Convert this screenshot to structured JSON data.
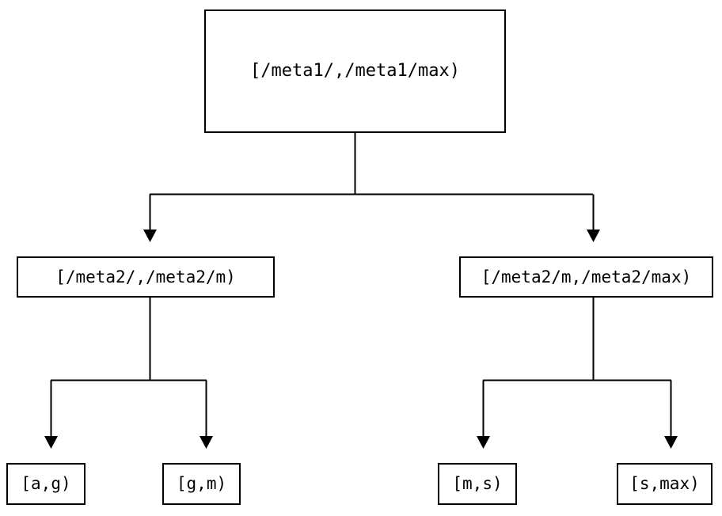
{
  "diagram": {
    "type": "tree",
    "title": "",
    "background_color": "#ffffff",
    "line_color": "#000000",
    "box_border_color": "#000000",
    "box_fill_color": "#ffffff",
    "levels": 3,
    "root": {
      "id": "root",
      "label": "[/meta1/,/meta1/max)"
    },
    "mid": [
      {
        "id": "mid-left",
        "label": "[/meta2/,/meta2/m)"
      },
      {
        "id": "mid-right",
        "label": "[/meta2/m,/meta2/max)"
      }
    ],
    "leaves": [
      {
        "id": "leaf-a-g",
        "label": "[a,g)"
      },
      {
        "id": "leaf-g-m",
        "label": "[g,m)"
      },
      {
        "id": "leaf-m-s",
        "label": "[m,s)"
      },
      {
        "id": "leaf-s-max",
        "label": "[s,max)"
      }
    ],
    "edges": [
      {
        "from": "root",
        "to": "mid-left",
        "arrow": "down-triangle"
      },
      {
        "from": "root",
        "to": "mid-right",
        "arrow": "down-triangle"
      },
      {
        "from": "mid-left",
        "to": "leaf-a-g",
        "arrow": "down-triangle"
      },
      {
        "from": "mid-left",
        "to": "leaf-g-m",
        "arrow": "down-triangle"
      },
      {
        "from": "mid-right",
        "to": "leaf-m-s",
        "arrow": "down-triangle"
      },
      {
        "from": "mid-right",
        "to": "leaf-s-max",
        "arrow": "down-triangle"
      }
    ]
  }
}
